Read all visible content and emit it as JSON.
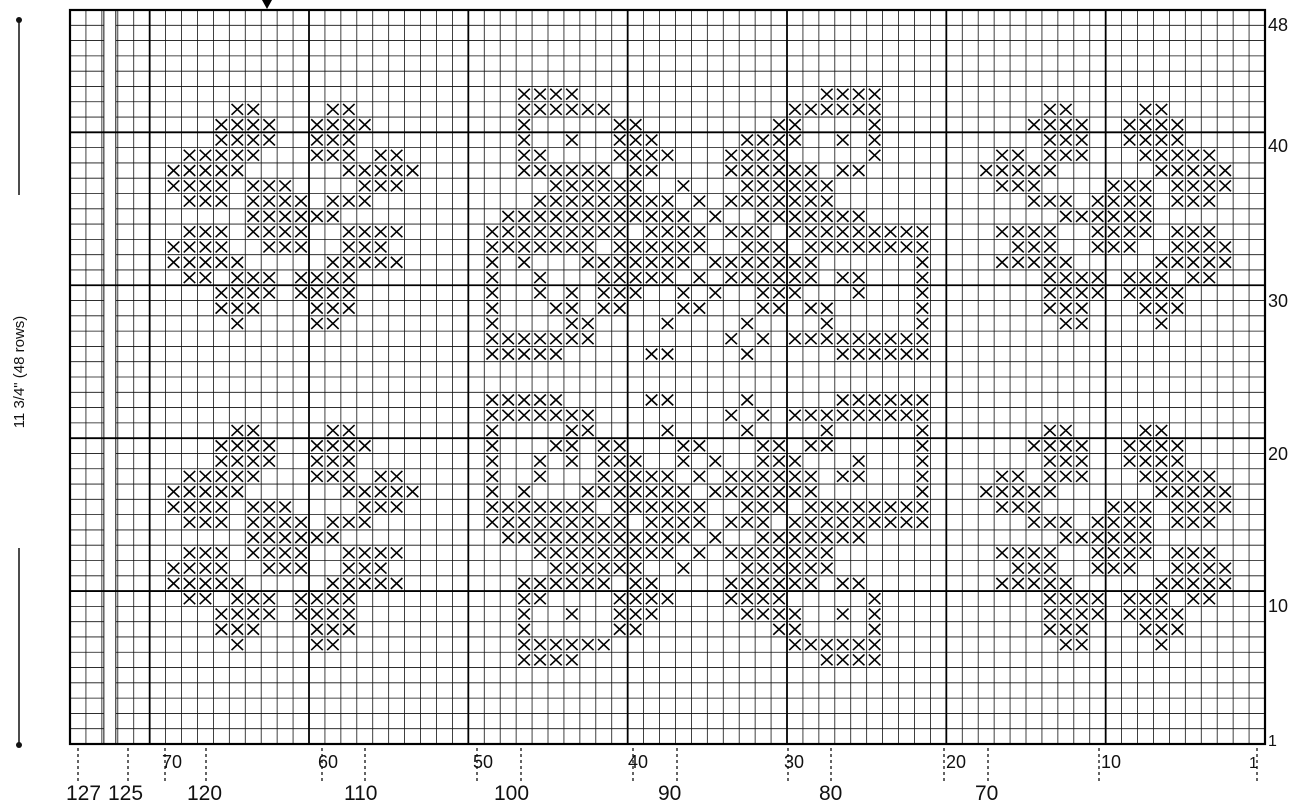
{
  "side_label": "11 3/4\" (48 rows)",
  "row_numbers": [
    "48",
    "40",
    "30",
    "20",
    "10",
    "1"
  ],
  "bottom_stitch_labels": [
    "70",
    "60",
    "50",
    "40",
    "30",
    "20",
    "10",
    "1"
  ],
  "bottom_total_labels": [
    "127",
    "125",
    "120",
    "110",
    "100",
    "90",
    "80",
    "70"
  ],
  "chart_data": {
    "type": "table",
    "title": "",
    "rows": 48,
    "columns": 75,
    "symbol": "×",
    "motifs": [
      {
        "name": "corner-flower",
        "positions": [
          "top-left",
          "bottom-left",
          "top-right",
          "bottom-right"
        ]
      },
      {
        "name": "center-flower",
        "positions": [
          "top-center",
          "bottom-center"
        ]
      }
    ]
  }
}
